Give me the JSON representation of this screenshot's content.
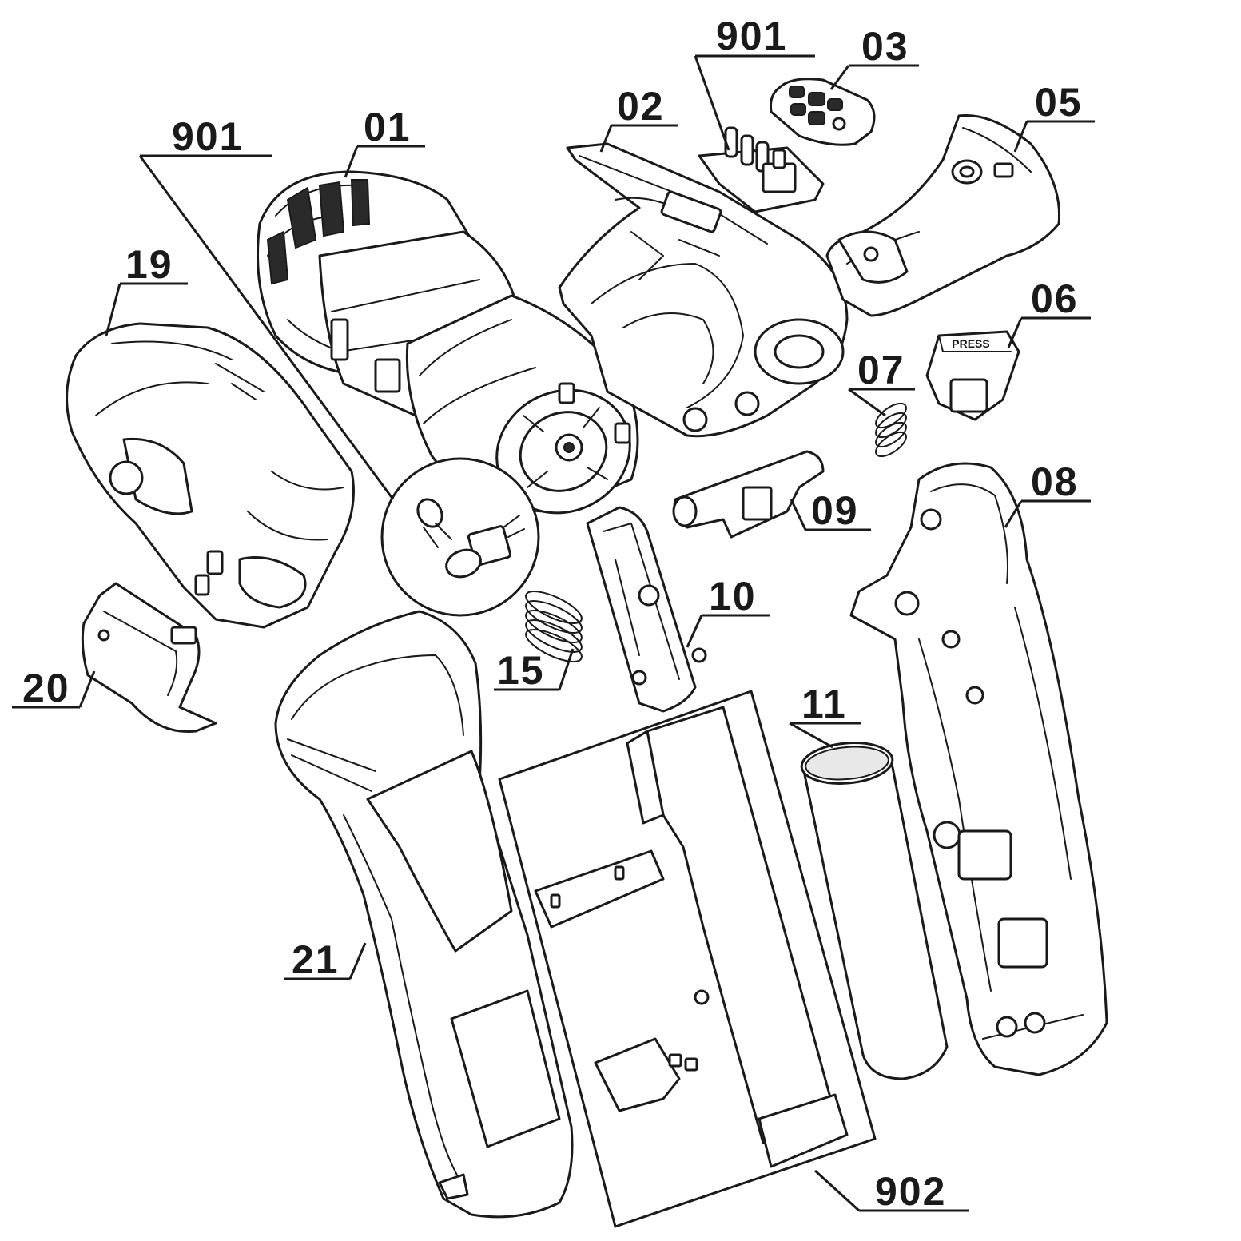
{
  "labels": {
    "p01": "01",
    "p02": "02",
    "p03": "03",
    "p05": "05",
    "p06": "06",
    "p07": "07",
    "p08": "08",
    "p09": "09",
    "p10": "10",
    "p11": "11",
    "p15": "15",
    "p19": "19",
    "p20": "20",
    "p21": "21",
    "p901_top": "901",
    "p901_left": "901",
    "p902": "902"
  },
  "switch_marking": "PRESS",
  "colors": {
    "ink": "#1a1a1a",
    "background": "#ffffff"
  }
}
